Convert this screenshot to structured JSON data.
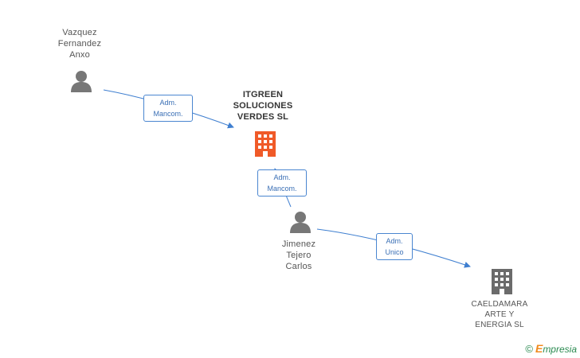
{
  "nodes": {
    "person_vazquez": {
      "lines": [
        "Vazquez",
        "Fernandez",
        "Anxo"
      ]
    },
    "company_itgreen": {
      "lines": [
        "ITGREEN",
        "SOLUCIONES",
        "VERDES SL"
      ],
      "color": "#f05a28"
    },
    "person_jimenez": {
      "lines": [
        "Jimenez",
        "Tejero",
        "Carlos"
      ]
    },
    "company_caeldamara": {
      "lines": [
        "CAELDAMARA",
        "ARTE Y",
        "ENERGIA SL"
      ],
      "color": "#6b6b6b"
    }
  },
  "relations": {
    "rel1": {
      "lines": [
        "Adm.",
        "Mancom."
      ]
    },
    "rel2": {
      "lines": [
        "Adm.",
        "Mancom."
      ]
    },
    "rel3": {
      "lines": [
        "Adm.",
        "Unico"
      ]
    }
  },
  "colors": {
    "edge": "#3f7fd0",
    "person_icon": "#777777"
  },
  "footer": {
    "copyright": "©",
    "brand_initial": "E",
    "brand_rest": "mpresia"
  }
}
